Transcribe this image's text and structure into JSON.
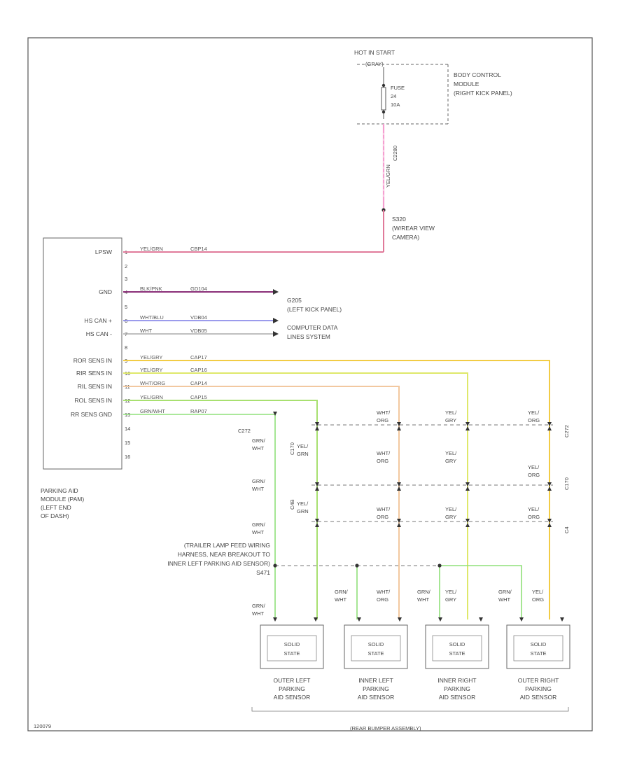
{
  "colors": {
    "pink": "#f59fd0",
    "rose": "#e07a9a",
    "purple": "#8a2f78",
    "blue": "#7a7ae6",
    "gray": "#999999",
    "yellow": "#f2cc45",
    "yellow_green": "#dfe86a",
    "orange": "#f2c8a0",
    "green": "#8fe07a",
    "light_green": "#a8e8a0"
  },
  "top": {
    "hot_label": "HOT IN START",
    "hot_wire": "(GRAY)",
    "fuse_lines": [
      "FUSE",
      "24",
      "10A"
    ],
    "bcm_lines": [
      "BODY CONTROL",
      "MODULE",
      "(RIGHT KICK PANEL)"
    ],
    "vert_labels": [
      "C2280",
      "YEL/GRN"
    ],
    "splice_lines": [
      "S320",
      "(W/REAR VIEW",
      "CAMERA)"
    ]
  },
  "module": {
    "pins": [
      {
        "name": "LPSW",
        "num": "1"
      },
      {
        "name": "",
        "num": "2"
      },
      {
        "name": "",
        "num": "3"
      },
      {
        "name": "GND",
        "num": "4"
      },
      {
        "name": "",
        "num": "5"
      },
      {
        "name": "HS CAN +",
        "num": "6"
      },
      {
        "name": "HS CAN -",
        "num": "7"
      },
      {
        "name": "",
        "num": "8"
      },
      {
        "name": "ROR SENS IN",
        "num": "9"
      },
      {
        "name": "RIR SENS IN",
        "num": "10"
      },
      {
        "name": "RIL SENS IN",
        "num": "11"
      },
      {
        "name": "ROL SENS IN",
        "num": "12"
      },
      {
        "name": "RR SENS GND",
        "num": "13"
      },
      {
        "name": "",
        "num": "14"
      },
      {
        "name": "",
        "num": "15"
      },
      {
        "name": "",
        "num": "16"
      }
    ],
    "caption": [
      "PARKING AID",
      "MODULE (PAM)",
      "(LEFT END",
      "OF DASH)"
    ]
  },
  "wires": [
    {
      "color": "YEL/GRN",
      "circuit": "CBP14"
    },
    {
      "color": "BLK/PNK",
      "circuit": "GD104"
    },
    {
      "color": "WHT/BLU",
      "circuit": "VDB04"
    },
    {
      "color": "WHT",
      "circuit": "VDB05"
    },
    {
      "color": "YEL/GRY",
      "circuit": "CAP17"
    },
    {
      "color": "YEL/GRY",
      "circuit": "CAP16"
    },
    {
      "color": "WHT/ORG",
      "circuit": "CAP14"
    },
    {
      "color": "YEL/GRN",
      "circuit": "CAP15"
    },
    {
      "color": "GRN/WHT",
      "circuit": "RAP07"
    }
  ],
  "destinations": {
    "ground_lines": [
      "G205",
      "(LEFT KICK PANEL)"
    ],
    "network_lines": [
      "COMPUTER DATA",
      "LINES SYSTEM"
    ]
  },
  "connectors": [
    "C272",
    "C170",
    "C4",
    "C4B"
  ],
  "connector_labels": {
    "left": "C272",
    "c1": "C170",
    "c2": "C4B"
  },
  "wire_tags": {
    "grn_wht": [
      "GRN/",
      "WHT"
    ],
    "wht_org": [
      "WHT/",
      "ORG"
    ],
    "yel_gry": [
      "YEL/",
      "GRY"
    ],
    "yel_org": [
      "YEL/",
      "ORG"
    ],
    "yel_grn": [
      "YEL/",
      "GRN"
    ]
  },
  "note_lines": [
    "(TRAILER LAMP FEED WIRING",
    "HARNESS, NEAR BREAKOUT TO",
    "INNER LEFT PARKING AID SENSOR)",
    "S471"
  ],
  "sensors": [
    {
      "inner": [
        "SOLID",
        "STATE"
      ],
      "caption": [
        "OUTER LEFT",
        "PARKING",
        "AID SENSOR"
      ]
    },
    {
      "inner": [
        "SOLID",
        "STATE"
      ],
      "caption": [
        "INNER LEFT",
        "PARKING",
        "AID SENSOR"
      ]
    },
    {
      "inner": [
        "SOLID",
        "STATE"
      ],
      "caption": [
        "INNER RIGHT",
        "PARKING",
        "AID SENSOR"
      ]
    },
    {
      "inner": [
        "SOLID",
        "STATE"
      ],
      "caption": [
        "OUTER RIGHT",
        "PARKING",
        "AID SENSOR"
      ]
    }
  ],
  "assembly_label": "(REAR BUMPER ASSEMBLY)",
  "footer_id": "120079"
}
